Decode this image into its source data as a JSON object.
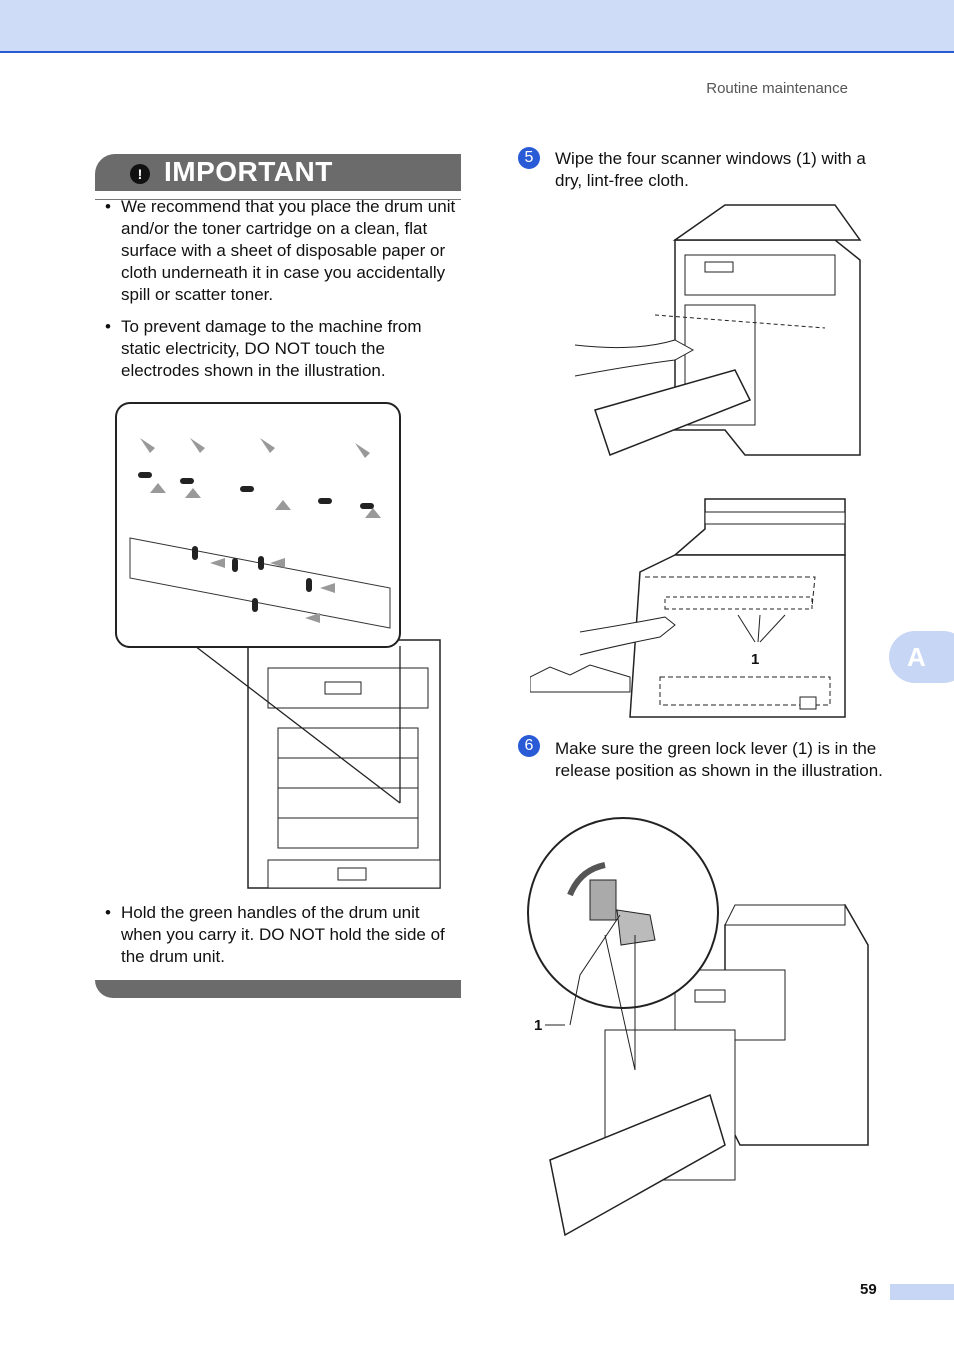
{
  "header": {
    "section": "Routine maintenance"
  },
  "chapter_tab": "A",
  "important": {
    "title": "IMPORTANT",
    "icon": "exclamation-icon",
    "bullets": [
      "We recommend that you place the drum unit and/or the toner cartridge on a clean, flat surface with a sheet of disposable paper or cloth underneath it in case you accidentally spill or scatter toner.",
      "To prevent damage to the machine from static electricity, DO NOT touch the electrodes shown in the illustration.",
      "Hold the green handles of the drum unit when you carry it. DO NOT hold the side of the drum unit."
    ]
  },
  "steps": [
    {
      "number": "5",
      "text": "Wipe the four scanner windows (1) with a dry, lint-free cloth.",
      "callout": "1"
    },
    {
      "number": "6",
      "text": "Make sure the green lock lever (1) is in the release position as shown in the illustration.",
      "callout": "1"
    }
  ],
  "footer": {
    "page_number": "59"
  }
}
